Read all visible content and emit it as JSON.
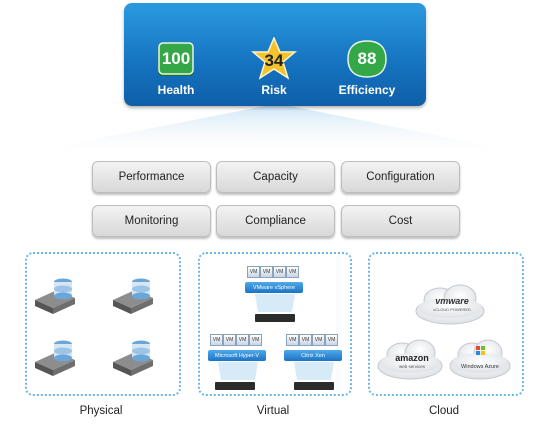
{
  "badges": {
    "health": {
      "value": "100",
      "label": "Health",
      "color": "#2e9a3a"
    },
    "risk": {
      "value": "34",
      "label": "Risk",
      "color": "#f0c230"
    },
    "efficiency": {
      "value": "88",
      "label": "Efficiency",
      "color": "#2e9a3a"
    }
  },
  "categories": {
    "performance": "Performance",
    "capacity": "Capacity",
    "configuration": "Configuration",
    "monitoring": "Monitoring",
    "compliance": "Compliance",
    "cost": "Cost"
  },
  "groups": {
    "physical": "Physical",
    "virtual": "Virtual",
    "cloud": "Cloud"
  },
  "virtual": {
    "vm_label": "VM",
    "vsphere": "VMware vSphere",
    "hyperv": "Microsoft Hyper-V",
    "xen": "Citrix Xen"
  },
  "cloud": {
    "vmware": "vmware",
    "vmware_sub": "vCLOUD POWERED",
    "amazon": "amazon",
    "amazon_sub": "web services",
    "azure": "Windows Azure"
  }
}
